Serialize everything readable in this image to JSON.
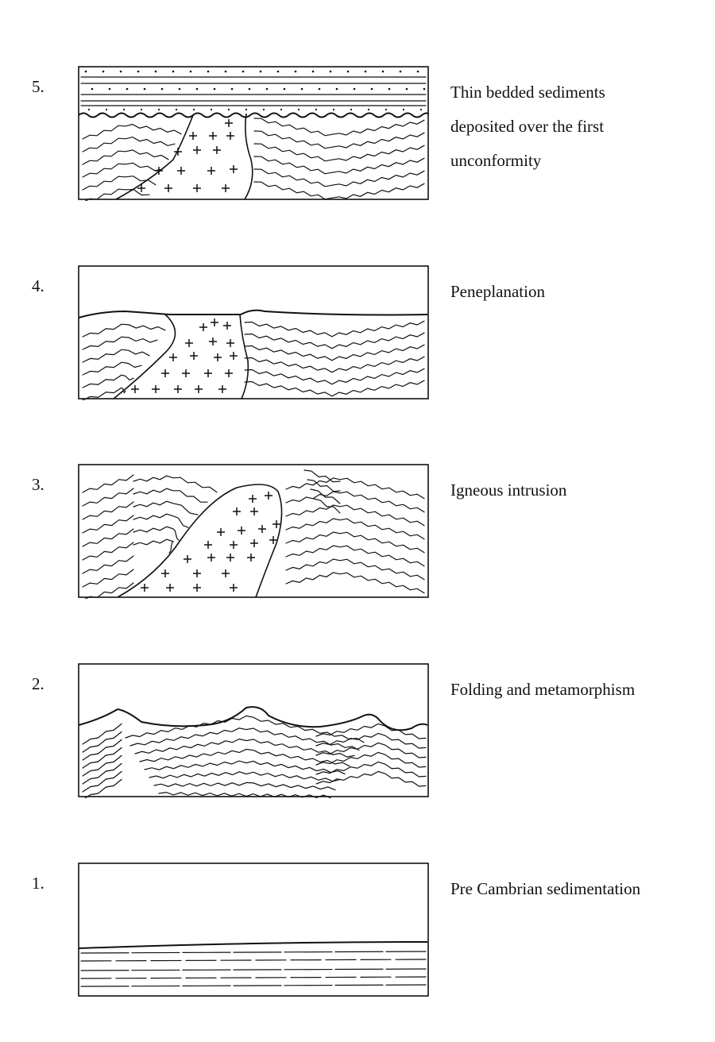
{
  "stages": [
    {
      "number": "5.",
      "caption_lines": [
        "Thin bedded sediments",
        "deposited over the first",
        "unconformity"
      ]
    },
    {
      "number": "4.",
      "caption_lines": [
        "Peneplanation"
      ]
    },
    {
      "number": "3.",
      "caption_lines": [
        "Igneous intrusion"
      ]
    },
    {
      "number": "2.",
      "caption_lines": [
        "Folding and metamorphism"
      ]
    },
    {
      "number": "1.",
      "caption_lines": [
        "Pre Cambrian sedimentation"
      ]
    }
  ]
}
